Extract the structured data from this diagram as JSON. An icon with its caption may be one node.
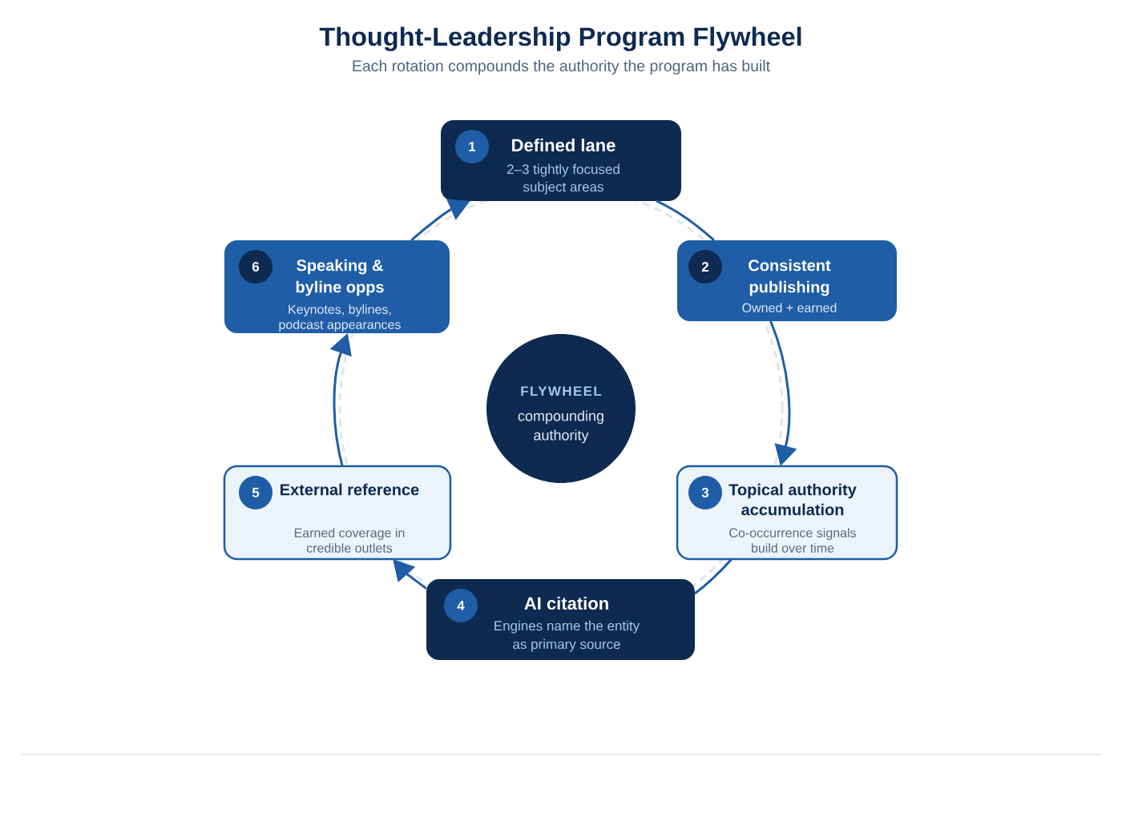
{
  "diagram": {
    "title": "Thought-Leadership Program Flywheel",
    "nodes": [
      {
        "text": [
          "Defined lane",
          "2–3 tightly focused subject areas"
        ]
      },
      {
        "text": [
          "1"
        ],
        "in": 0
      },
      {
        "text": [
          "Consistent publishing",
          "Owned + earned"
        ]
      },
      {
        "text": [
          "2"
        ],
        "in": 2
      },
      {
        "text": [
          "Topical authority accumulation",
          "Co-occurrence signals build over time"
        ]
      },
      {
        "text": [
          "3"
        ],
        "in": 4
      },
      {
        "text": [
          "AI citation",
          "Engines name the entity as primary source"
        ]
      },
      {
        "text": [
          "4"
        ],
        "in": 6
      },
      {
        "text": [
          "External reference",
          "Earned coverage in credible outlets"
        ]
      },
      {
        "text": [
          "5"
        ],
        "in": 8
      },
      {
        "text": [
          "Speaking & byline opps",
          "Keynotes, bylines, podcast appearances"
        ]
      },
      {
        "text": [
          "6"
        ],
        "in": 10
      },
      {
        "text": [
          "FLYWHEEL",
          "compounding authority"
        ]
      }
    ],
    "edges": [
      {
        "from": 0,
        "to": 2,
        "arrow": "none"
      },
      {
        "from": 2,
        "to": 4,
        "arrow": "to"
      },
      {
        "from": 4,
        "to": 6,
        "arrow": "none"
      },
      {
        "from": 6,
        "to": 8,
        "arrow": "to"
      },
      {
        "from": 8,
        "to": 10,
        "arrow": "to"
      },
      {
        "from": 10,
        "to": 0,
        "arrow": "to"
      }
    ],
    "labels": [
      "Each rotation compounds the authority the program has built"
    ]
  }
}
